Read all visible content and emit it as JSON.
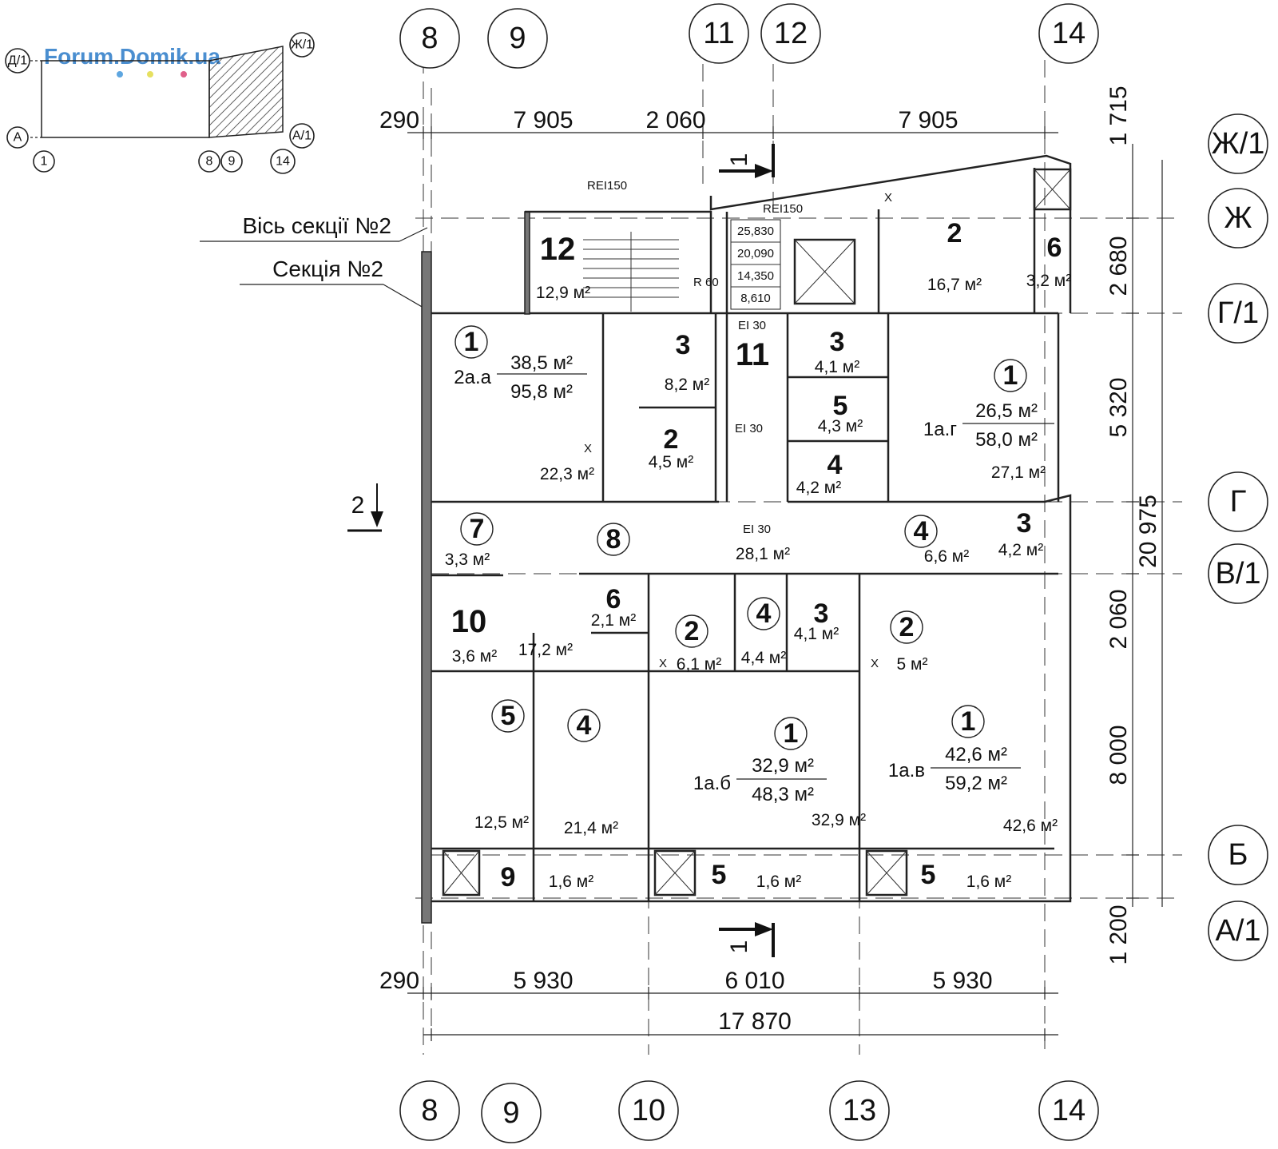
{
  "watermark": "Forum.Domik.ua",
  "key_plan": {
    "axes_left": [
      "Д/1",
      "А"
    ],
    "axes_right": [
      "Ж/1",
      "А/1"
    ],
    "axes_bottom": [
      "1",
      "8",
      "9",
      "14"
    ]
  },
  "axes": {
    "top": [
      "8",
      "9",
      "11",
      "12",
      "14"
    ],
    "bottom": [
      "8",
      "9",
      "10",
      "13",
      "14"
    ],
    "right": [
      "Ж/1",
      "Ж",
      "Г/1",
      "Г",
      "В/1",
      "Б",
      "А/1"
    ]
  },
  "dimensions": {
    "top": [
      "290",
      "7 905",
      "2 060",
      "7 905"
    ],
    "bottom": [
      "290",
      "5 930",
      "6 010",
      "5 930"
    ],
    "total_bottom": "17 870",
    "right": [
      "1 715",
      "2 680",
      "5 320",
      "2 060",
      "8 000",
      "1 200"
    ],
    "right_total": "20 975"
  },
  "labels": {
    "section_axis": "Вісь секції №2",
    "section": "Секція №2",
    "cut_1": "1",
    "cut_2": "2",
    "rei_1": "REI150",
    "rei_2": "REI150",
    "r60": "R 60",
    "ei30_a": "EI 30",
    "ei30_b": "EI 30",
    "ei30_c": "EI 30",
    "stove_x": "X"
  },
  "elevations": [
    "25,830",
    "20,090",
    "14,350",
    "8,610"
  ],
  "flats": [
    {
      "code": "2а.а",
      "living": "38,5 м²",
      "total": "95,8 м²"
    },
    {
      "code": "1а.г",
      "living": "26,5 м²",
      "total": "58,0 м²"
    },
    {
      "code": "1а.б",
      "living": "32,9 м²",
      "total": "48,3 м²"
    },
    {
      "code": "1а.в",
      "living": "42,6 м²",
      "total": "59,2 м²"
    }
  ],
  "rooms": [
    {
      "n": "1",
      "area": "22,3 м²"
    },
    {
      "n": "3",
      "area": "8,2 м²"
    },
    {
      "n": "2",
      "area": "4,5 м²"
    },
    {
      "n": "12",
      "area": "12,9 м²"
    },
    {
      "n": "11",
      "area": ""
    },
    {
      "n": "2",
      "area": "16,7 м²"
    },
    {
      "n": "6",
      "area": "3,2 м²"
    },
    {
      "n": "3",
      "area": "4,1 м²"
    },
    {
      "n": "5",
      "area": "4,3 м²"
    },
    {
      "n": "4",
      "area": "4,2 м²"
    },
    {
      "n": "1",
      "area": "27,1 м²"
    },
    {
      "n": "7",
      "area": "3,3 м²"
    },
    {
      "n": "8",
      "area": "28,1 м²"
    },
    {
      "n": "4",
      "area": "6,6 м²"
    },
    {
      "n": "3",
      "area": "4,2 м²"
    },
    {
      "n": "10",
      "area": "3,6 м²"
    },
    {
      "n": "6",
      "area": "2,1 м²"
    },
    {
      "n": "",
      "area": "17,2 м²"
    },
    {
      "n": "2",
      "area": "6,1 м²"
    },
    {
      "n": "4",
      "area": "4,4 м²"
    },
    {
      "n": "3",
      "area": "4,1 м²"
    },
    {
      "n": "2",
      "area": "5 м²"
    },
    {
      "n": "5",
      "area": "12,5 м²"
    },
    {
      "n": "4",
      "area": "21,4 м²"
    },
    {
      "n": "1",
      "area": "32,9 м²"
    },
    {
      "n": "1",
      "area": "42,6 м²"
    },
    {
      "n": "9",
      "area": "1,6 м²"
    },
    {
      "n": "5",
      "area": "1,6 м²"
    },
    {
      "n": "5",
      "area": "1,6 м²"
    }
  ]
}
